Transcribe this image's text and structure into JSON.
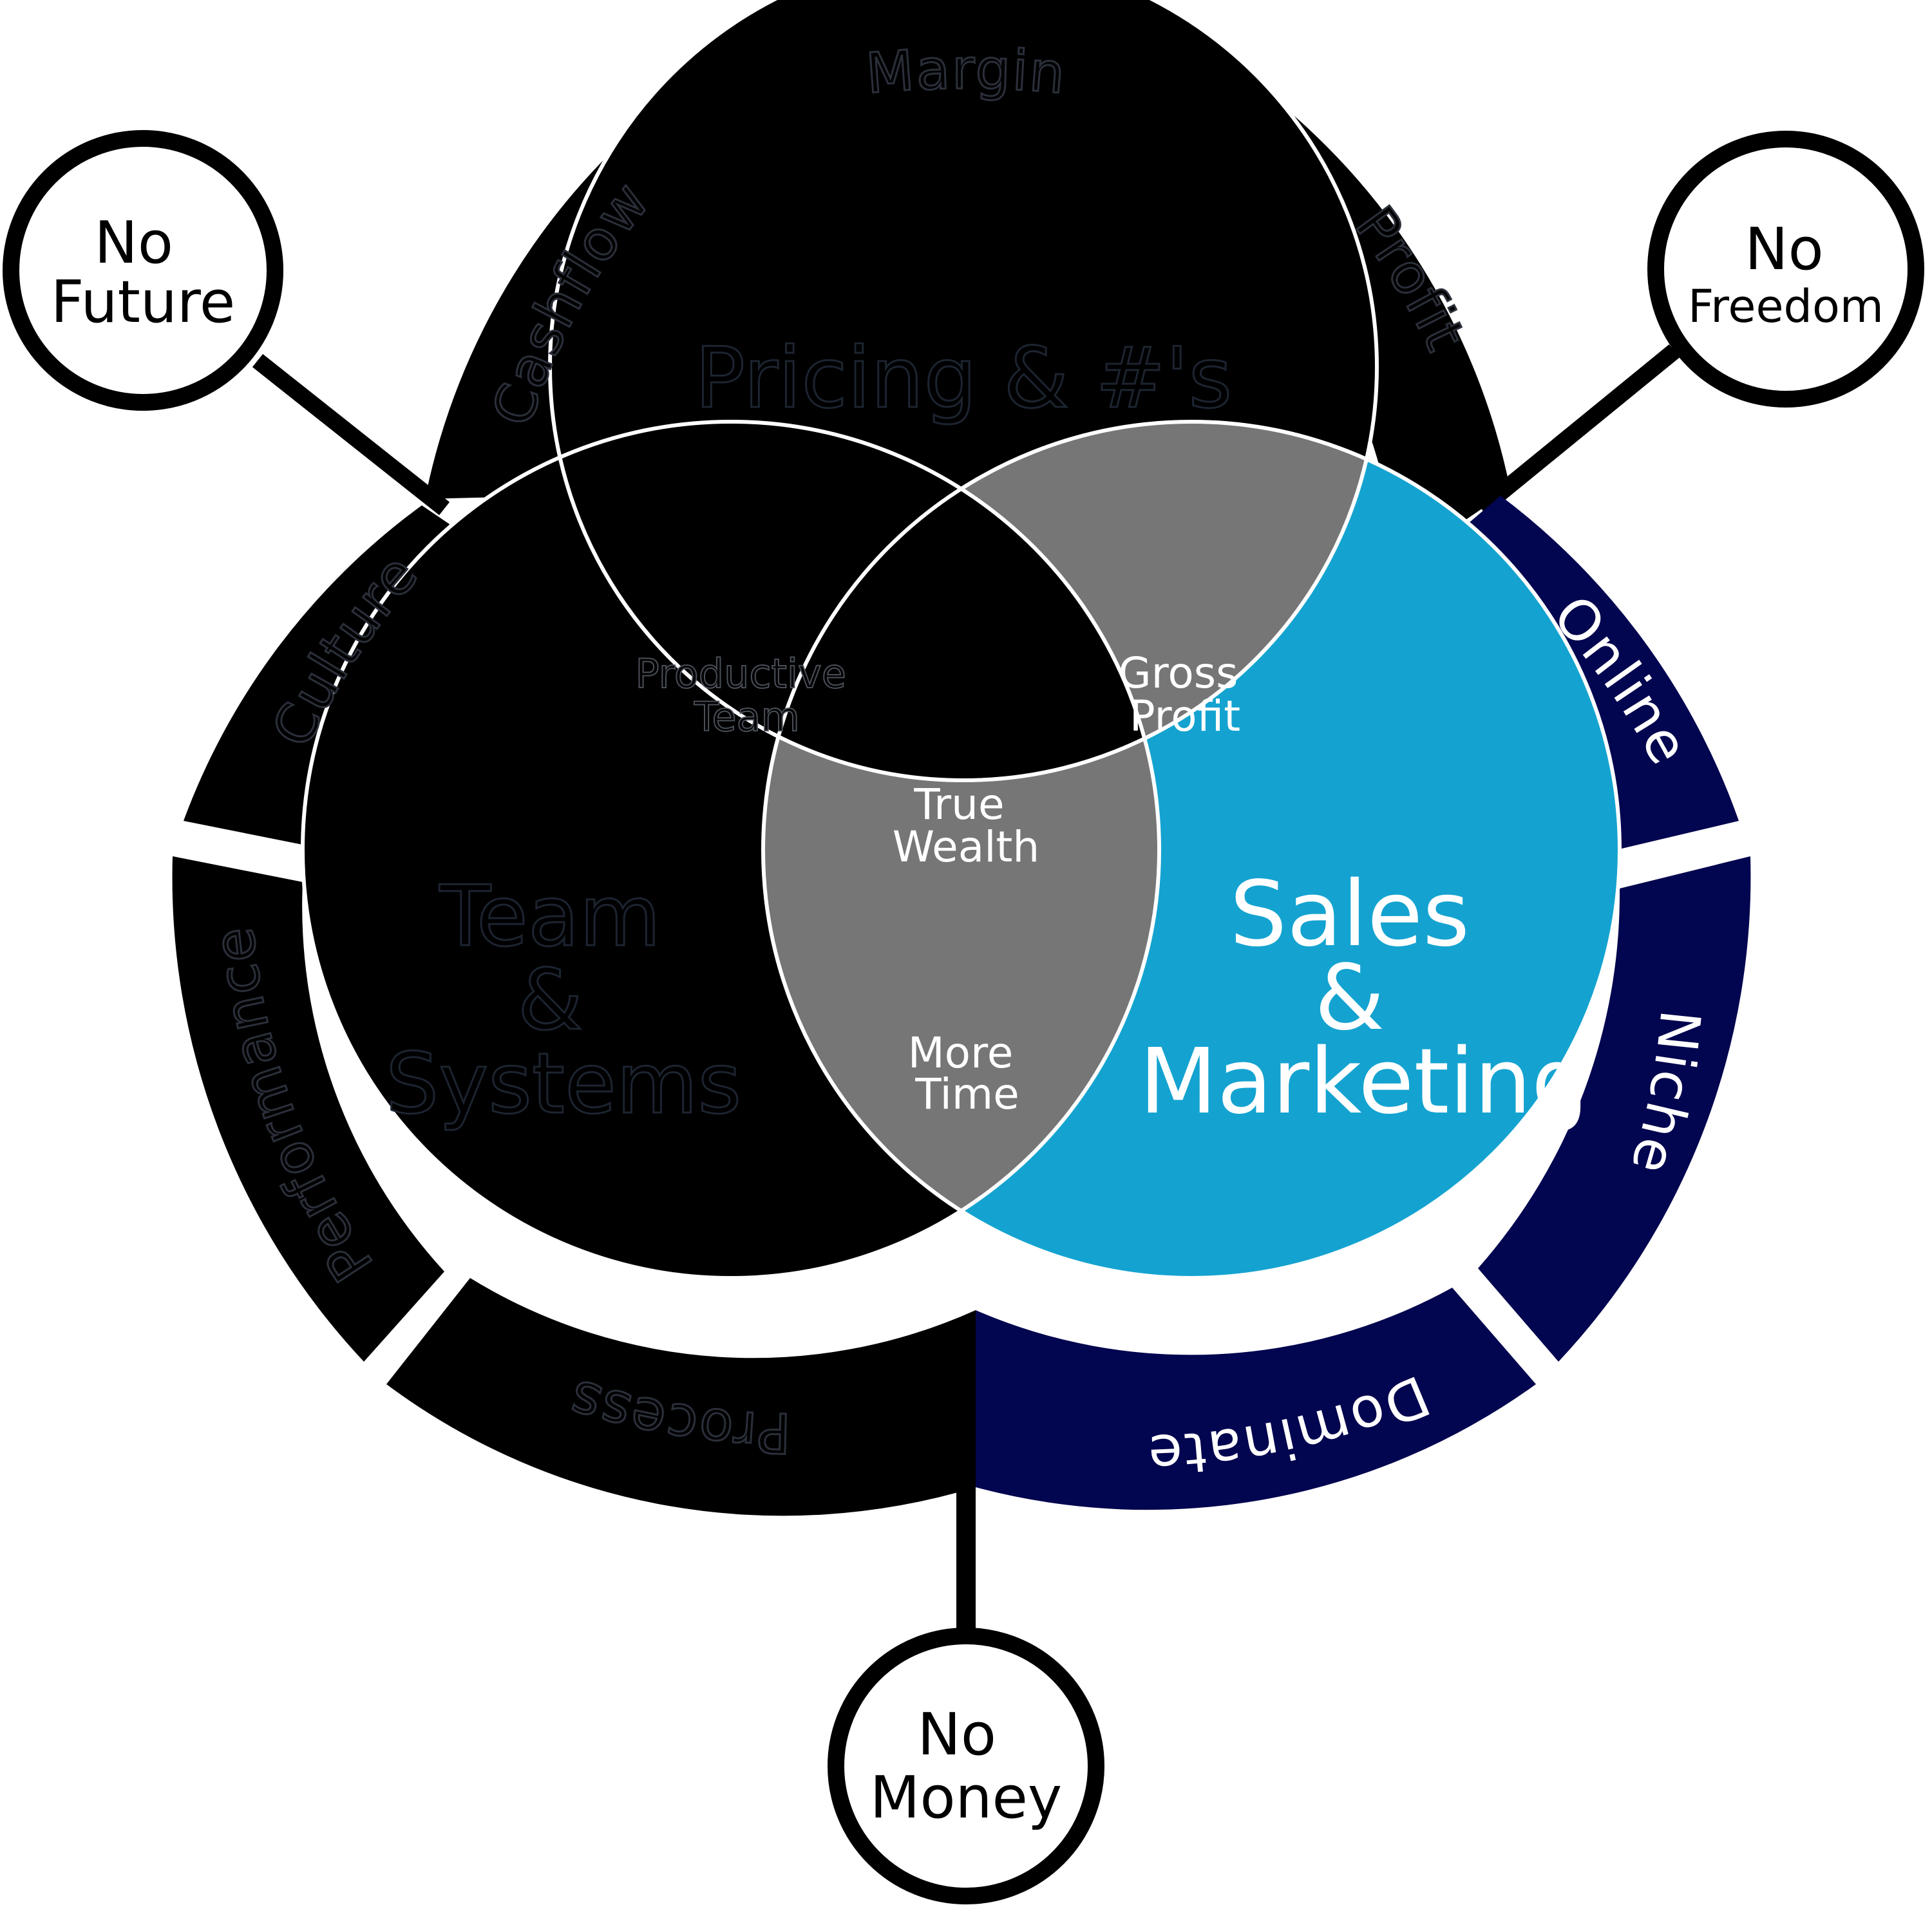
{
  "circles": {
    "top": {
      "label": "Pricing & #'s"
    },
    "left": {
      "lines": [
        "Team",
        "&",
        "Systems"
      ]
    },
    "right": {
      "lines": [
        "Sales",
        "&",
        "Marketing"
      ]
    }
  },
  "overlaps": {
    "top_left": {
      "lines": [
        "Productive",
        "Team"
      ]
    },
    "top_right": {
      "lines": [
        "Gross",
        "Profit"
      ]
    },
    "bottom": {
      "lines": [
        "More",
        "Time"
      ]
    },
    "center": {
      "lines": [
        "True",
        "Wealth"
      ]
    }
  },
  "ring_segments": {
    "margin": "Margin",
    "cashflow": "Cashflow",
    "profit": "Profit",
    "culture": "Culture",
    "performance": "Performance",
    "process": "Process",
    "online": "Online",
    "niche": "Niche",
    "dominate": "Dominate"
  },
  "outcome_nodes": {
    "no_future": {
      "lines": [
        "No",
        "Future"
      ]
    },
    "no_freedom": {
      "lines": [
        "No",
        "Freedom"
      ]
    },
    "no_money": {
      "lines": [
        "No",
        "Money"
      ]
    }
  },
  "colors": {
    "dark_ring": "#000000",
    "navy_ring": "#02054f",
    "sales_circle": "#14a3d0",
    "overlap_gray": "#767676",
    "circle_outline": "#ffffff",
    "node_fill": "#ffffff",
    "node_stroke": "#000000"
  }
}
